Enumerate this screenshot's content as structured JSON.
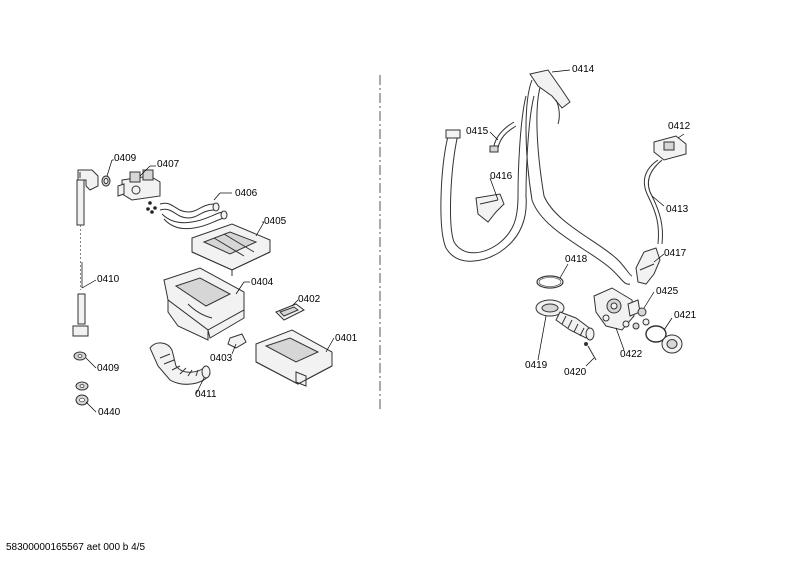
{
  "labels": {
    "p0409a": "0409",
    "p0407": "0407",
    "p0406": "0406",
    "p0405": "0405",
    "p0410": "0410",
    "p0404": "0404",
    "p0402": "0402",
    "p0401": "0401",
    "p0403": "0403",
    "p0409b": "0409",
    "p0411": "0411",
    "p0440": "0440",
    "p0414": "0414",
    "p0415": "0415",
    "p0412": "0412",
    "p0416": "0416",
    "p0413": "0413",
    "p0418": "0418",
    "p0417": "0417",
    "p0425": "0425",
    "p0421": "0421",
    "p0419": "0419",
    "p0420": "0420",
    "p0422": "0422"
  },
  "footer": "58300000165567 aet 000 b 4/5"
}
